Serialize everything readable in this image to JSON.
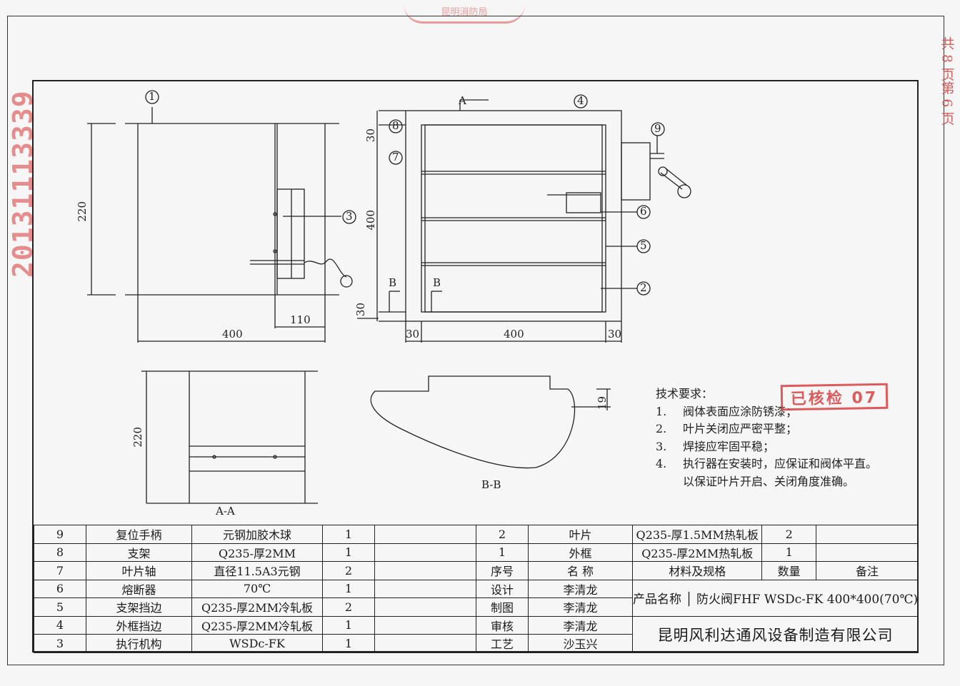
{
  "serial_stamp": "20131113339",
  "page_count": "共 8 页第 6 页",
  "top_stamp": "昆明消防局",
  "inspect_stamp": "已核检 07",
  "balloons": [
    "1",
    "2",
    "3",
    "4",
    "5",
    "6",
    "7",
    "8",
    "9"
  ],
  "front_view": {
    "height_dim": "220",
    "width_dim": "400",
    "actuator_dim": "110"
  },
  "side_view": {
    "top_frame_dim": "30",
    "height_dim": "400",
    "bottom_frame_dim": "30",
    "left_frame_dim": "30",
    "width_dim": "400",
    "right_frame_dim": "30",
    "section_a": "A",
    "section_b_left": "B",
    "section_b_right": "B"
  },
  "section_aa": {
    "label": "A-A",
    "height_dim": "220"
  },
  "section_bb": {
    "label": "B-B",
    "dim": "19"
  },
  "technical_requirements": {
    "title": "技术要求：",
    "items": [
      {
        "num": "1.",
        "text": "阀体表面应涂防锈漆；"
      },
      {
        "num": "2.",
        "text": "叶片关闭应严密平整；"
      },
      {
        "num": "3.",
        "text": "焊接应牢固平稳；"
      },
      {
        "num": "4.",
        "text": "执行器在安装时，应保证和阀体平直。"
      }
    ],
    "continuation": "以保证叶片开启、关闭角度准确。"
  },
  "bom": {
    "left_rows": [
      {
        "no": "9",
        "name": "复位手柄",
        "spec": "元钢加胶木球",
        "qty": "1"
      },
      {
        "no": "8",
        "name": "支架",
        "spec": "Q235-厚2MM",
        "qty": "1"
      },
      {
        "no": "7",
        "name": "叶片轴",
        "spec": "直径11.5A3元钢",
        "qty": "2"
      },
      {
        "no": "6",
        "name": "熔断器",
        "spec": "70℃",
        "qty": "1"
      },
      {
        "no": "5",
        "name": "支架挡边",
        "spec": "Q235-厚2MM冷轧板",
        "qty": "2"
      },
      {
        "no": "4",
        "name": "外框挡边",
        "spec": "Q235-厚2MM冷轧板",
        "qty": "1"
      },
      {
        "no": "3",
        "name": "执行机构",
        "spec": "WSDc-FK",
        "qty": "1"
      }
    ],
    "right_rows": [
      {
        "no": "2",
        "name": "叶片",
        "spec": "Q235-厚1.5MM热轧板",
        "qty": "2",
        "note": ""
      },
      {
        "no": "1",
        "name": "外框",
        "spec": "Q235-厚2MM热轧板",
        "qty": "1",
        "note": ""
      }
    ],
    "header": {
      "no": "序号",
      "name": "名  称",
      "spec": "材料及规格",
      "qty": "数量",
      "note": "备注"
    },
    "signoffs": [
      {
        "role": "设计",
        "person": "李清龙"
      },
      {
        "role": "制图",
        "person": "李清龙"
      },
      {
        "role": "审核",
        "person": "李清龙"
      },
      {
        "role": "工艺",
        "person": "沙玉兴"
      }
    ],
    "product_label": "产品名称",
    "product_name": "防火阀FHF WSDc-FK 400*400(70℃)",
    "company": "昆明风利达通风设备制造有限公司"
  }
}
